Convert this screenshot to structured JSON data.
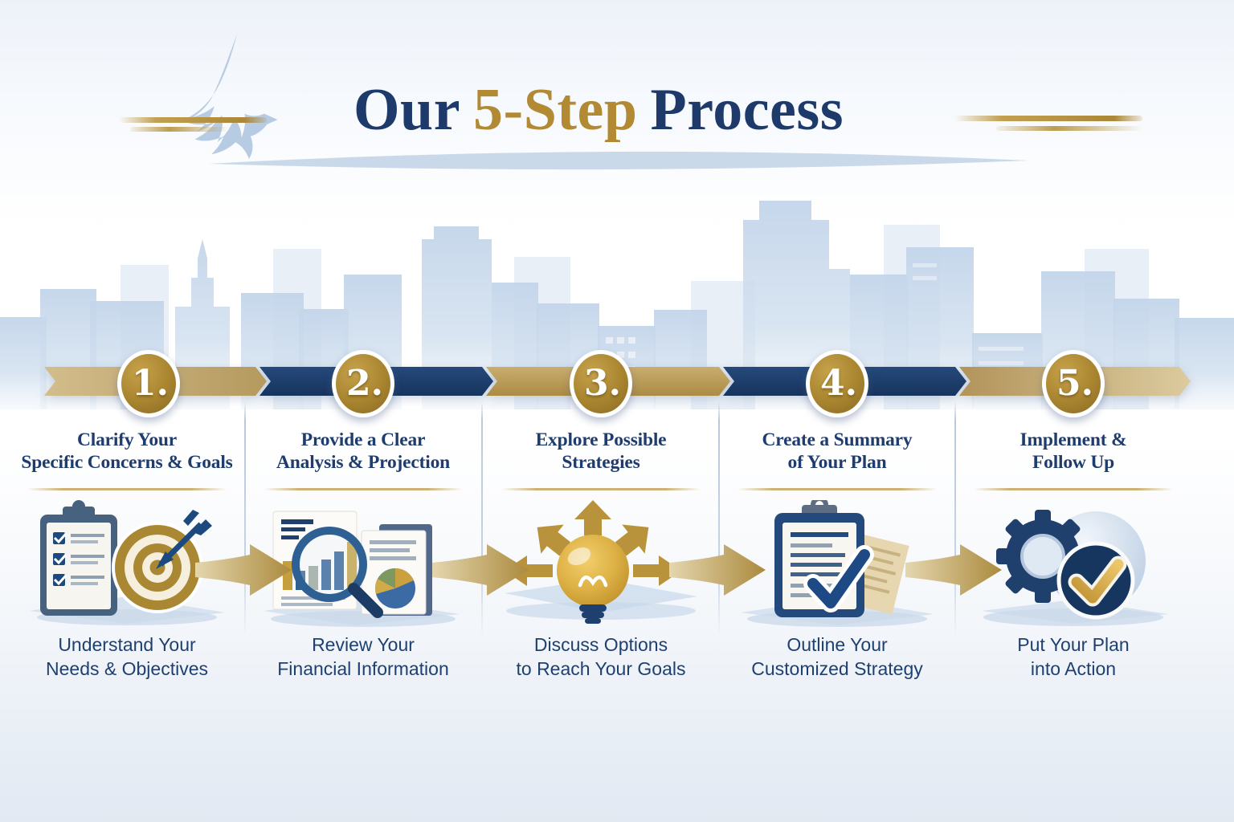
{
  "title": {
    "word_pre": "Our",
    "word_highlight": "5-Step",
    "word_post": "Process"
  },
  "decor": {
    "eagle": "eagle-silhouette",
    "skyline": "city-skyline-silhouette"
  },
  "colors": {
    "navy": "#1e3c6e",
    "gold": "#b28a33",
    "band_navy": "#1c3f6c",
    "band_gold": "#bb9c5c",
    "light_blue": "#c9d9ec"
  },
  "steps": [
    {
      "number": "1.",
      "heading_line1": "Clarify Your",
      "heading_line2": "Specific Concerns & Goals",
      "description_line1": "Understand Your",
      "description_line2": "Needs & Objectives",
      "icon": "clipboard-checklist-and-target-icon"
    },
    {
      "number": "2.",
      "heading_line1": "Provide a Clear",
      "heading_line2": "Analysis & Projection",
      "description_line1": "Review Your",
      "description_line2": "Financial Information",
      "icon": "charts-magnifier-icon"
    },
    {
      "number": "3.",
      "heading_line1": "Explore Possible",
      "heading_line2": "Strategies",
      "description_line1": "Discuss Options",
      "description_line2": "to Reach Your Goals",
      "icon": "lightbulb-options-arrows-icon"
    },
    {
      "number": "4.",
      "heading_line1": "Create a Summary",
      "heading_line2": "of Your Plan",
      "description_line1": "Outline Your",
      "description_line2": "Customized Strategy",
      "icon": "clipboard-checkmark-icon"
    },
    {
      "number": "5.",
      "heading_line1": "Implement &",
      "heading_line2": "Follow Up",
      "description_line1": "Put Your Plan",
      "description_line2": "into Action",
      "icon": "gear-checkmark-icon"
    }
  ]
}
